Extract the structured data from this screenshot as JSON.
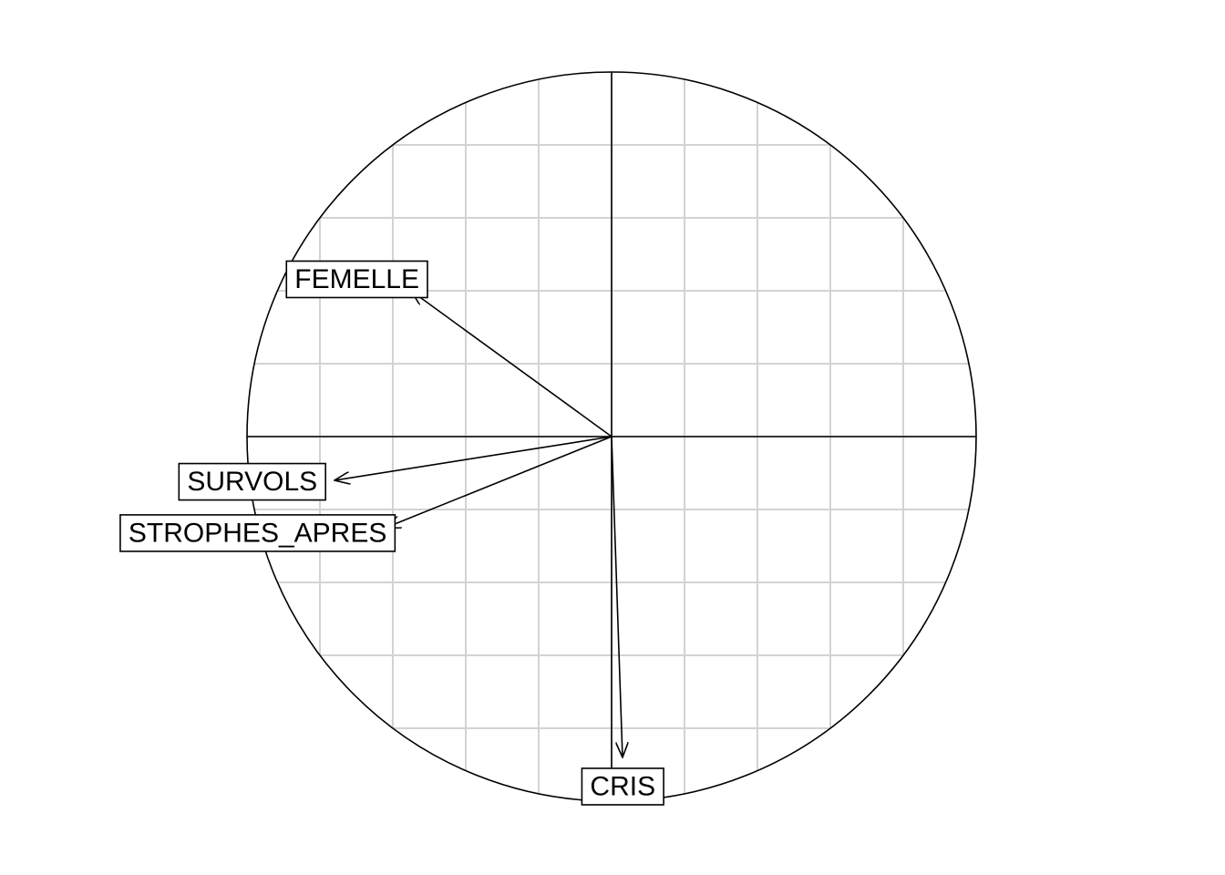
{
  "chart_data": {
    "type": "correlation-circle",
    "title": "",
    "xlabel": "",
    "ylabel": "",
    "xlim": [
      -1,
      1
    ],
    "ylim": [
      -1,
      1
    ],
    "grid": true,
    "grid_step": 0.2,
    "vectors": [
      {
        "name": "FEMELLE",
        "x": -0.55,
        "y": 0.4
      },
      {
        "name": "SURVOLS",
        "x": -0.76,
        "y": -0.12
      },
      {
        "name": "STROPHES_APRES",
        "x": -0.62,
        "y": -0.25
      },
      {
        "name": "CRIS",
        "x": 0.03,
        "y": -0.88
      }
    ]
  }
}
